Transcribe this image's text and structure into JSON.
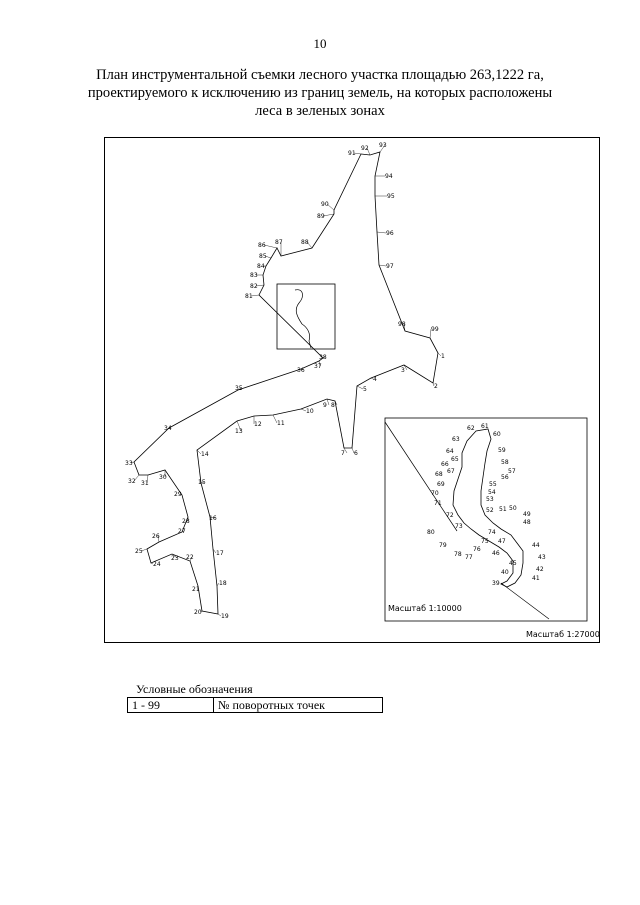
{
  "page_number": "10",
  "title": {
    "line1": "План инструментальной съемки лесного участка площадью 263,1222 га,",
    "line2": "проектируемого к исключению из границ земель, на которых расположены",
    "line3": "леса в зеленых зонах"
  },
  "map": {
    "scale_main": "Масштаб 1:27000",
    "scale_inset": "Масштаб 1:10000",
    "points_main": [
      "1",
      "2",
      "3",
      "4",
      "5",
      "6",
      "7",
      "8",
      "9",
      "10",
      "11",
      "12",
      "13",
      "14",
      "15",
      "16",
      "17",
      "18",
      "19",
      "20",
      "21",
      "22",
      "23",
      "24",
      "25",
      "26",
      "27",
      "28",
      "29",
      "30",
      "31",
      "32",
      "33",
      "34",
      "35",
      "36",
      "37",
      "38",
      "81",
      "82",
      "83",
      "84",
      "85",
      "86",
      "87",
      "88",
      "89",
      "90",
      "91",
      "92",
      "93",
      "94",
      "95",
      "96",
      "97",
      "98",
      "99"
    ],
    "points_inset": [
      "39",
      "40",
      "41",
      "42",
      "43",
      "44",
      "45",
      "46",
      "47",
      "48",
      "49",
      "50",
      "51",
      "52",
      "53",
      "54",
      "55",
      "56",
      "57",
      "58",
      "59",
      "60",
      "61",
      "62",
      "63",
      "64",
      "65",
      "66",
      "67",
      "68",
      "69",
      "70",
      "71",
      "72",
      "73",
      "74",
      "75",
      "76",
      "77",
      "78",
      "79",
      "80"
    ]
  },
  "legend": {
    "title": "Условные обозначения",
    "range": "1 - 99",
    "description": "№ поворотных точек"
  }
}
